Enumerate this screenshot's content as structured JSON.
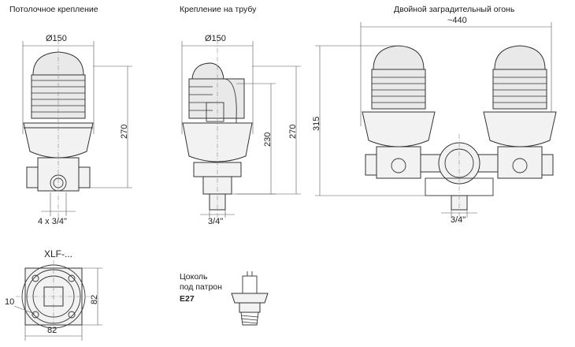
{
  "labels": {
    "ceiling_mount": "Потолочное крепление",
    "pipe_mount": "Крепление на трубу",
    "double_light": "Двойной заградительный огонь",
    "xlf": "XLF-...",
    "base_label_1": "Цоколь",
    "base_label_2": "под патрон",
    "base_type": "E27"
  },
  "dimensions": {
    "ceiling_diameter": "Ø150",
    "ceiling_height": "270",
    "ceiling_thread": "4 x 3/4\"",
    "pipe_diameter": "Ø150",
    "pipe_height_inner": "230",
    "pipe_height_outer": "270",
    "pipe_thread": "3/4\"",
    "double_width": "~440",
    "double_height": "315",
    "double_thread": "3/4\"",
    "xlf_height": "82",
    "xlf_width": "82",
    "xlf_hole": "10"
  }
}
